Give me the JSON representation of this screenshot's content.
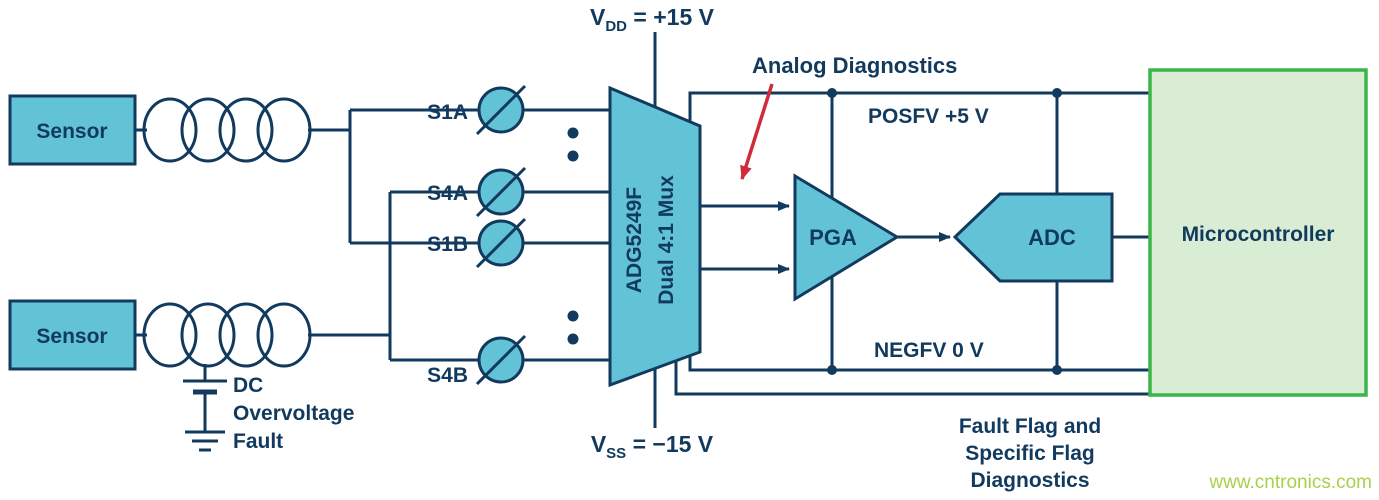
{
  "diagram": {
    "sensor_top": "Sensor",
    "sensor_bottom": "Sensor",
    "switch_labels": {
      "s1a": "S1A",
      "s4a": "S4A",
      "s1b": "S1B",
      "s4b": "S4B"
    },
    "mux": {
      "part": "ADG5249F",
      "descr": "Dual 4:1 Mux"
    },
    "vdd": {
      "sym": "V",
      "sub": "DD",
      "value": " = +15 V"
    },
    "vss": {
      "sym": "V",
      "sub": "SS",
      "value": " = −15 V"
    },
    "analog_diag": "Analog Diagnostics",
    "posfv": "POSFV +5 V",
    "negfv": "NEGFV 0 V",
    "pga": "PGA",
    "adc": "ADC",
    "micro": "Microcontroller",
    "dc_fault": {
      "line1": "DC",
      "line2": "Overvoltage",
      "line3": "Fault"
    },
    "fault_flag": {
      "line1": "Fault Flag and",
      "line2": "Specific Flag",
      "line3": "Diagnostics"
    },
    "watermark": "www.cntronics.com"
  },
  "colors": {
    "line_navy": "#113a5e",
    "block_teal": "#62c3d6",
    "micro_fill": "#d8edd3",
    "micro_border": "#3bb54a",
    "arrow_red": "#d12b3a",
    "watermark_green": "#a9d04a"
  }
}
